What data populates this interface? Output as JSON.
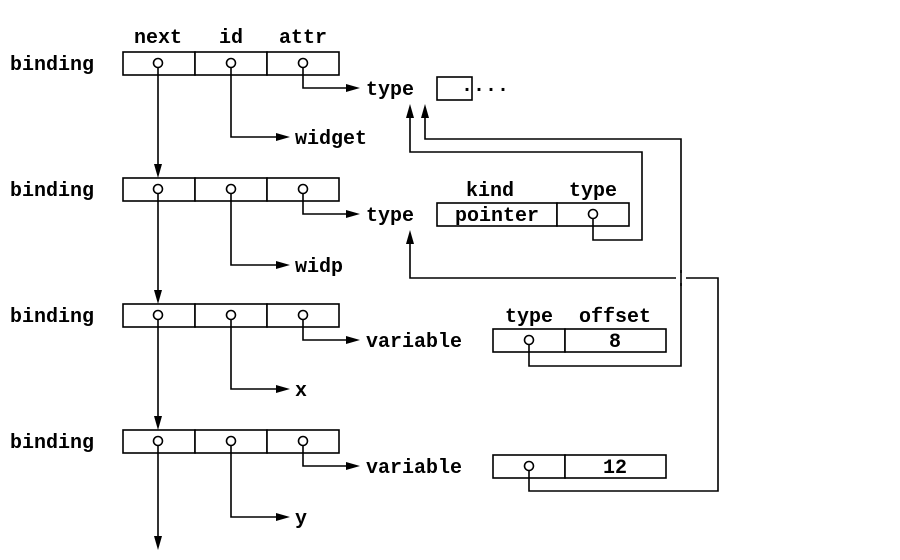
{
  "headers": {
    "next": "next",
    "id": "id",
    "attr": "attr"
  },
  "binding_label": "binding",
  "bindings": [
    {
      "name": "widget",
      "target": "type"
    },
    {
      "name": "widp",
      "target": "type"
    },
    {
      "name": "x",
      "target": "variable"
    },
    {
      "name": "y",
      "target": "variable"
    }
  ],
  "type1": {
    "label": "type",
    "ellipsis": "····"
  },
  "type2": {
    "label": "type",
    "kind_header": "kind",
    "type_header": "type",
    "kind_value": "pointer"
  },
  "var1": {
    "label": "variable",
    "type_header": "type",
    "offset_header": "offset",
    "offset_value": "8"
  },
  "var2": {
    "label": "variable",
    "offset_value": "12"
  }
}
